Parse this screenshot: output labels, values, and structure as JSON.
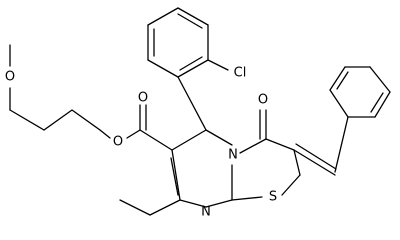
{
  "molecule": {
    "atom_labels": {
      "methoxy_o": "O",
      "ester_o_single": "O",
      "ester_o_double": "O",
      "chlorine": "Cl",
      "ketone_o": "O",
      "ring_n_upper": "N",
      "ring_n_lower": "N",
      "sulfur": "S"
    },
    "colors": {
      "bond": "#000000",
      "background": "#ffffff"
    }
  }
}
